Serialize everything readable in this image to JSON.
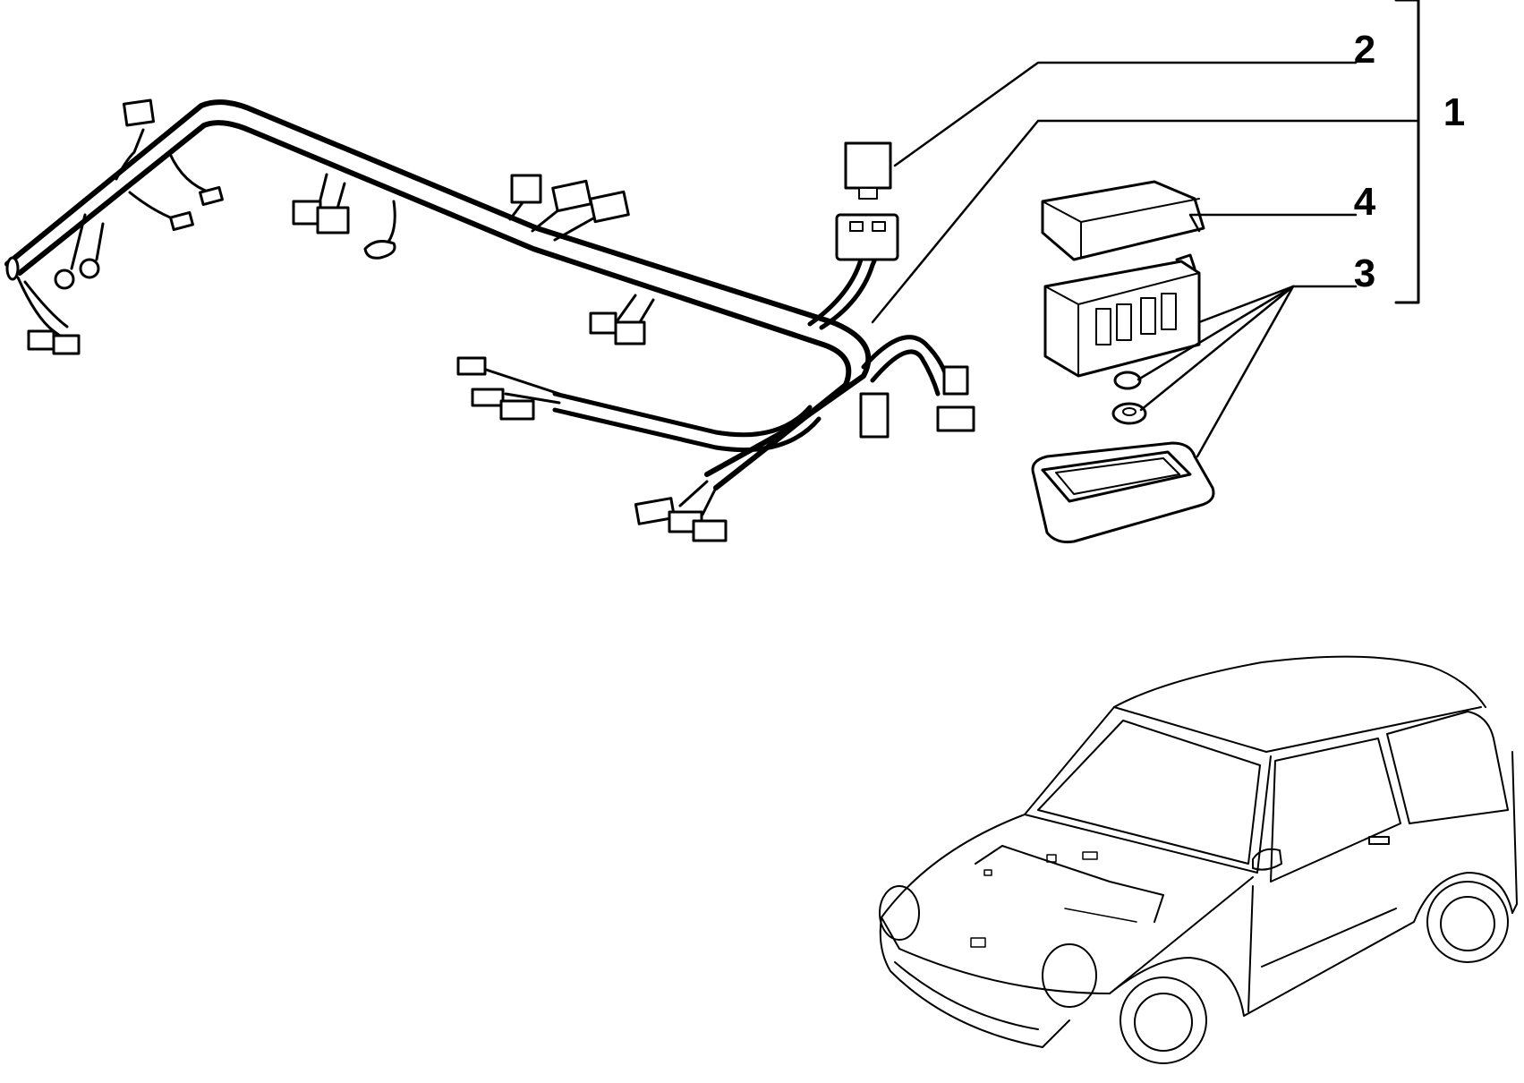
{
  "callouts": [
    {
      "id": "2",
      "label": "2"
    },
    {
      "id": "1",
      "label": "1"
    },
    {
      "id": "4",
      "label": "4"
    },
    {
      "id": "3",
      "label": "3"
    }
  ],
  "colors": {
    "ink": "#000000",
    "background": "#ffffff"
  }
}
